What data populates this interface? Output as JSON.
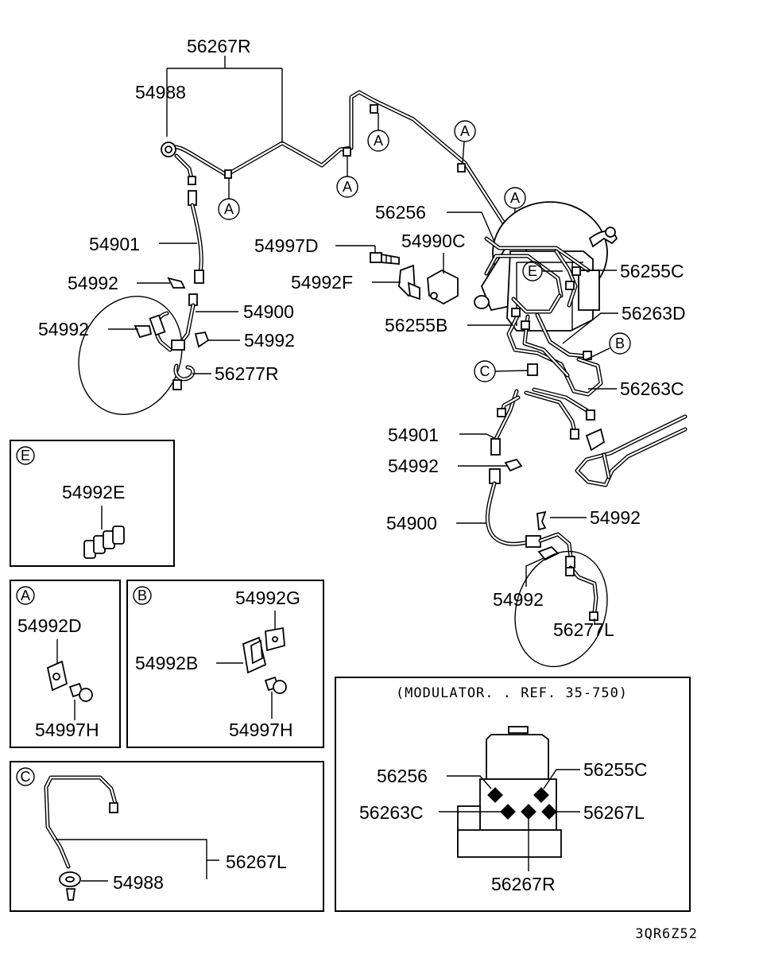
{
  "labels": {
    "top_56267R": "56267R",
    "top_54988": "54988",
    "left_54901": "54901",
    "left_54992_a": "54992",
    "left_54900": "54900",
    "left_54992_b": "54992",
    "left_54992_c": "54992",
    "left_56277R": "56277R",
    "mid_56256": "56256",
    "mid_54990C": "54990C",
    "mid_54997D": "54997D",
    "mid_54992F": "54992F",
    "mid_56255C": "56255C",
    "mid_56255B": "56255B",
    "mid_56263D": "56263D",
    "mid_56263C": "56263C",
    "right_54901": "54901",
    "right_54992_a": "54992",
    "right_54900": "54900",
    "right_54992_b": "54992",
    "right_54992_c": "54992",
    "right_56277L": "56277L"
  },
  "callouts": {
    "A": "A",
    "B": "B",
    "C": "C",
    "E": "E"
  },
  "box_E": {
    "letter": "E",
    "part": "54992E"
  },
  "box_A": {
    "letter": "A",
    "part_top": "54992D",
    "part_bottom": "54997H"
  },
  "box_B": {
    "letter": "B",
    "part_top": "54992G",
    "part_mid": "54992B",
    "part_bottom": "54997H"
  },
  "box_C": {
    "letter": "C",
    "part_grommet": "54988",
    "part_pipe": "56267L"
  },
  "modulator": {
    "title": "(MODULATOR. . REF. 35-750)",
    "l_56256": "56256",
    "l_56255C": "56255C",
    "l_56263C": "56263C",
    "l_56267L": "56267L",
    "l_56267R": "56267R"
  },
  "figure_code": "3QR6Z52"
}
